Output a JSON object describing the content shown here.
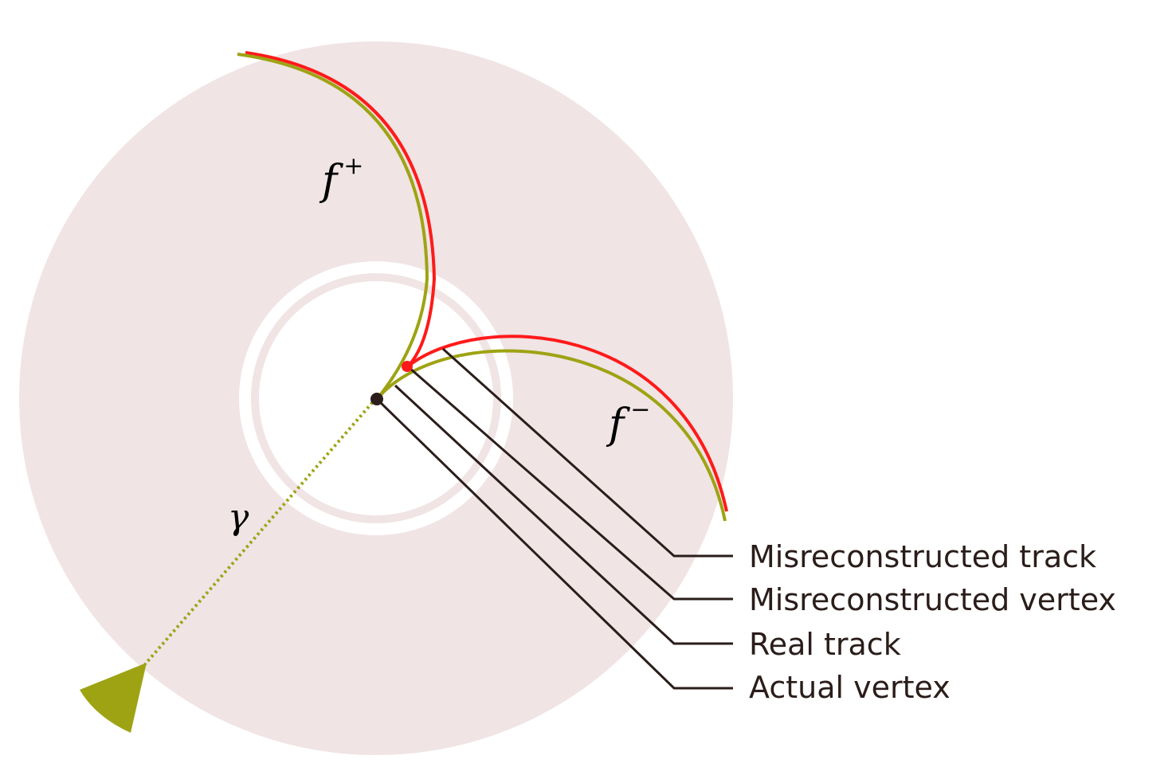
{
  "symbols": {
    "f_plus": {
      "base": "f",
      "sup": "+"
    },
    "f_minus": {
      "base": "f",
      "sup": "−"
    },
    "gamma": "γ"
  },
  "legend": [
    {
      "key": "misreconstructed-track",
      "label": "Misreconstructed track"
    },
    {
      "key": "misreconstructed-vertex",
      "label": "Misreconstructed vertex"
    },
    {
      "key": "real-track",
      "label": "Real track"
    },
    {
      "key": "actual-vertex",
      "label": "Actual vertex"
    }
  ],
  "colors": {
    "detector_fill": "#f0e4e5",
    "misreconstructed": "#ff1a1a",
    "real_track": "#9ea313",
    "actual_vertex": "#2a1d1a",
    "leader_line": "#2a1d1a",
    "photon_source": "#9ea313"
  },
  "icons": {
    "photon_source": "detector-wedge-icon",
    "actual_vertex": "vertex-dot-icon",
    "misreconstructed_vertex": "vertex-dot-icon"
  }
}
